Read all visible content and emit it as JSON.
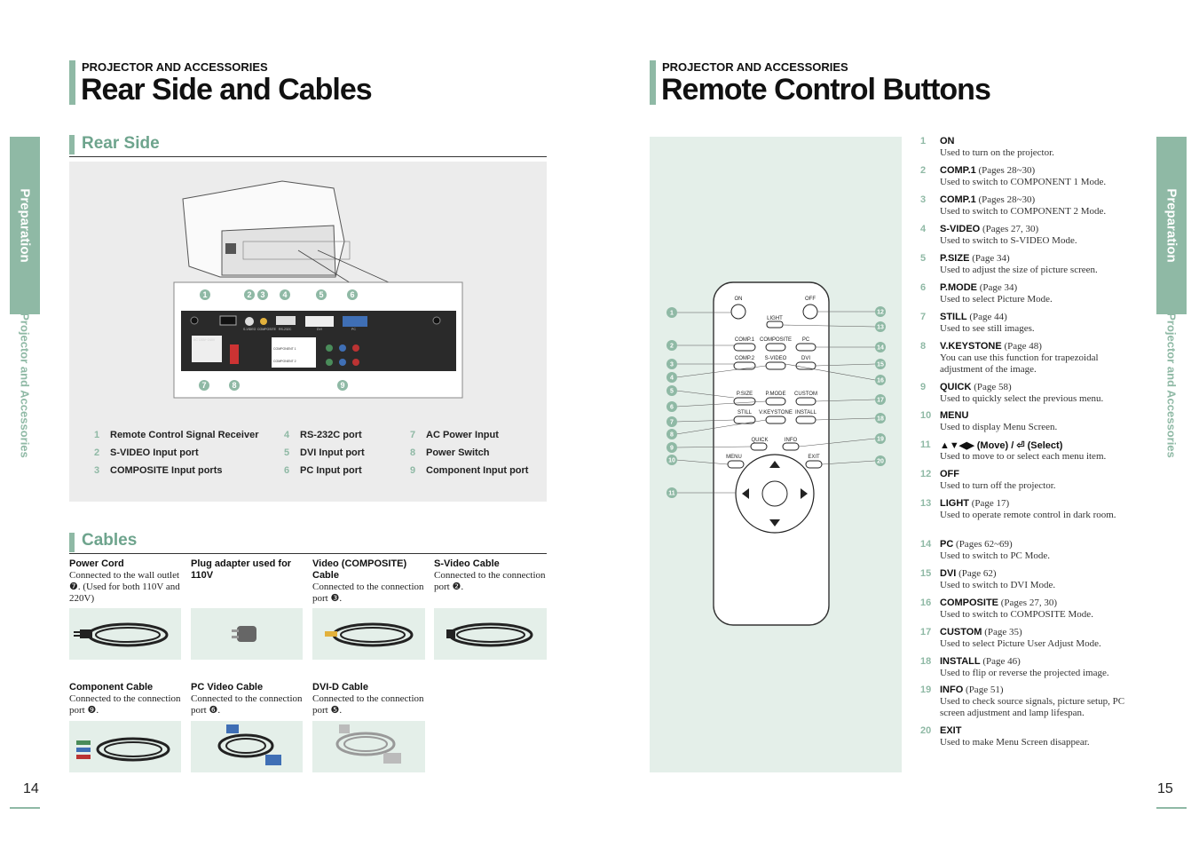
{
  "left_page": {
    "header": {
      "subtitle": "PROJECTOR AND ACCESSORIES",
      "title": "Rear Side and Cables"
    },
    "side_tab": {
      "label": "Preparation",
      "sub": "Projector and Accessories"
    },
    "rear_side": {
      "title": "Rear Side",
      "callouts": [
        "1",
        "2",
        "3",
        "4",
        "5",
        "6",
        "7",
        "8",
        "9"
      ],
      "panel_labels": {
        "ac": "AC 100V~240V",
        "svideo": "S-VIDEO",
        "composite": "COMPOSITE",
        "rs232": "RS-232C",
        "dvi": "DVI",
        "pc": "PC",
        "comp1": "COMPONENT 1",
        "comp2": "COMPONENT 2"
      },
      "legend": [
        {
          "num": "1",
          "label": "Remote Control Signal Receiver"
        },
        {
          "num": "2",
          "label": "S-VIDEO Input port"
        },
        {
          "num": "3",
          "label": "COMPOSITE Input ports"
        },
        {
          "num": "4",
          "label": "RS-232C port"
        },
        {
          "num": "5",
          "label": "DVI Input port"
        },
        {
          "num": "6",
          "label": "PC Input port"
        },
        {
          "num": "7",
          "label": "AC Power Input"
        },
        {
          "num": "8",
          "label": "Power Switch"
        },
        {
          "num": "9",
          "label": "Component Input port"
        }
      ]
    },
    "cables": {
      "title": "Cables",
      "items": [
        {
          "title": "Power Cord",
          "desc": "Connected to the wall outlet ❼. (Used for both 110V and 220V)"
        },
        {
          "title": "Plug adapter used for 110V",
          "desc": ""
        },
        {
          "title": "Video (COMPOSITE) Cable",
          "desc": "Connected to the connection port ❸."
        },
        {
          "title": "S-Video Cable",
          "desc": "Connected to the connection port ❷."
        },
        {
          "title": "Component Cable",
          "desc": "Connected to the connection port ❾."
        },
        {
          "title": "PC Video Cable",
          "desc": "Connected to the connection port ❻."
        },
        {
          "title": "DVI-D Cable",
          "desc": "Connected to the connection port ❺."
        }
      ]
    },
    "page_number": "14"
  },
  "right_page": {
    "header": {
      "subtitle": "PROJECTOR AND ACCESSORIES",
      "title": "Remote Control Buttons"
    },
    "side_tab": {
      "label": "Preparation",
      "sub": "Projector and Accessories"
    },
    "remote": {
      "labels": {
        "on": "ON",
        "off": "OFF",
        "light": "LIGHT",
        "comp1": "COMP.1",
        "composite": "COMPOSITE",
        "pc": "PC",
        "comp2": "COMP.2",
        "svideo": "S-VIDEO",
        "dvi": "DVI",
        "psize": "P.SIZE",
        "pmode": "P.MODE",
        "custom": "CUSTOM",
        "still": "STILL",
        "vkeystone": "V.KEYSTONE",
        "install": "INSTALL",
        "quick": "QUICK",
        "info": "INFO",
        "menu": "MENU",
        "exit": "EXIT"
      },
      "callouts": [
        "1",
        "2",
        "3",
        "4",
        "5",
        "6",
        "7",
        "8",
        "9",
        "10",
        "11",
        "12",
        "13",
        "14",
        "15",
        "16",
        "17",
        "18",
        "19",
        "20"
      ]
    },
    "buttons": [
      {
        "num": "1",
        "name": "ON",
        "pages": "",
        "desc": "Used to turn on the projector."
      },
      {
        "num": "2",
        "name": "COMP.1",
        "pages": "(Pages 28~30)",
        "desc": "Used to switch to COMPONENT 1 Mode."
      },
      {
        "num": "3",
        "name": "COMP.1",
        "pages": "(Pages 28~30)",
        "desc": "Used to switch to COMPONENT 2 Mode."
      },
      {
        "num": "4",
        "name": "S-VIDEO",
        "pages": "(Pages 27, 30)",
        "desc": "Used to switch to S-VIDEO Mode."
      },
      {
        "num": "5",
        "name": "P.SIZE",
        "pages": "(Page 34)",
        "desc": "Used to adjust the size of picture screen."
      },
      {
        "num": "6",
        "name": "P.MODE",
        "pages": "(Page 34)",
        "desc": "Used to select Picture Mode."
      },
      {
        "num": "7",
        "name": "STILL",
        "pages": "(Page 44)",
        "desc": "Used to see still images."
      },
      {
        "num": "8",
        "name": "V.KEYSTONE",
        "pages": "(Page 48)",
        "desc": "You can use this function for trapezoidal adjustment of the image."
      },
      {
        "num": "9",
        "name": "QUICK",
        "pages": "(Page 58)",
        "desc": "Used to quickly select the previous menu."
      },
      {
        "num": "10",
        "name": "MENU",
        "pages": "",
        "desc": "Used to display Menu Screen."
      },
      {
        "num": "11",
        "name": "▲▼◀▶ (Move) / ⏎ (Select)",
        "pages": "",
        "desc": "Used to move to or select each menu item."
      },
      {
        "num": "12",
        "name": "OFF",
        "pages": "",
        "desc": "Used to turn off the projector."
      },
      {
        "num": "13",
        "name": "LIGHT",
        "pages": "(Page 17)",
        "desc": "Used to operate remote control in dark room."
      },
      {
        "num": "14",
        "name": "PC",
        "pages": "(Pages 62~69)",
        "desc": "Used to switch to PC Mode."
      },
      {
        "num": "15",
        "name": "DVI",
        "pages": "(Page 62)",
        "desc": "Used to switch to DVI Mode."
      },
      {
        "num": "16",
        "name": "COMPOSITE",
        "pages": "(Pages 27, 30)",
        "desc": "Used to switch to COMPOSITE Mode."
      },
      {
        "num": "17",
        "name": "CUSTOM",
        "pages": "(Page 35)",
        "desc": "Used to select Picture User Adjust Mode."
      },
      {
        "num": "18",
        "name": "INSTALL",
        "pages": "(Page 46)",
        "desc": "Used to flip or  reverse the projected image."
      },
      {
        "num": "19",
        "name": "INFO",
        "pages": "(Page 51)",
        "desc": "Used to check source signals, picture setup, PC screen adjustment and lamp lifespan."
      },
      {
        "num": "20",
        "name": "EXIT",
        "pages": "",
        "desc": "Used to make Menu Screen disappear."
      }
    ],
    "page_number": "15"
  }
}
